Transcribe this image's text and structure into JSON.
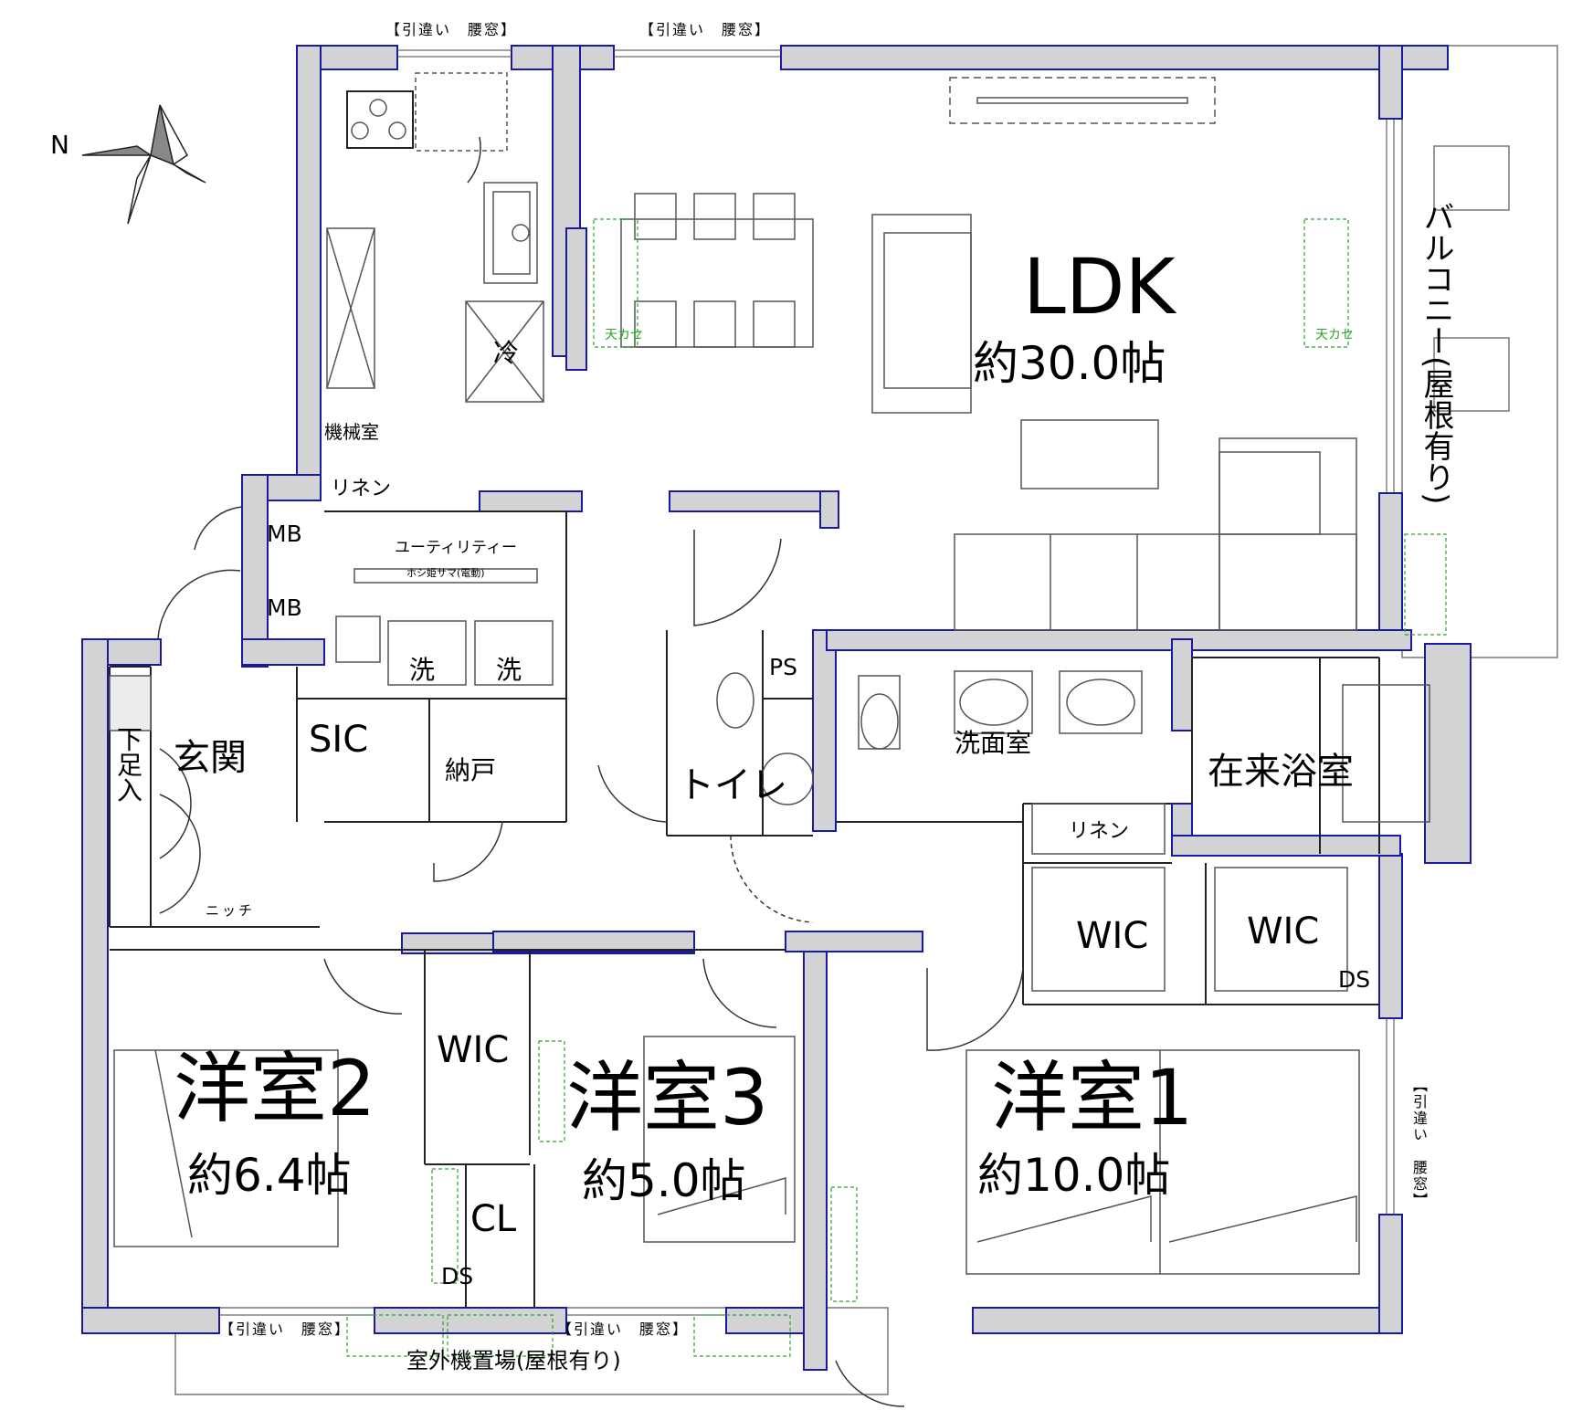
{
  "north_mark": "N",
  "rooms": {
    "ldk": {
      "name": "LDK",
      "area": "約30.0帖"
    },
    "western1": {
      "name": "洋室1",
      "area": "約10.0帖"
    },
    "western2": {
      "name": "洋室2",
      "area": "約6.4帖"
    },
    "western3": {
      "name": "洋室3",
      "area": "約5.0帖"
    },
    "entrance": "玄関",
    "sic": "SIC",
    "storage": "納戸",
    "toilet": "トイレ",
    "washroom": "洗面室",
    "bath": "在来浴室",
    "utility": "ユーティリティー",
    "machine_room": "機械室",
    "linen_kitchen": "リネン",
    "linen_hall": "リネン",
    "wic1": "WIC",
    "wic2": "WIC",
    "wic_w2": "WIC",
    "cl": "CL",
    "mb1": "MB",
    "mb2": "MB",
    "ps": "PS",
    "ds1": "DS",
    "ds2": "DS",
    "fridge": "冷",
    "washer1": "洗",
    "washer2": "洗",
    "shoe_box": "下足入",
    "niche": "ニッチ",
    "dryer": "ホシ姫サマ(電動)",
    "ceiling_unit1": "天カセ",
    "ceiling_unit2": "天カセ"
  },
  "windows": {
    "top1": "【引違い　腰窓】",
    "top2": "【引違い　腰窓】",
    "bottom1": "【引違い　腰窓】",
    "bottom2": "【引違い　腰窓】",
    "right": "【引違い　腰窓】"
  },
  "outdoor": {
    "balcony": "バルコニー(屋根有り)",
    "ac_area": "室外機置場(屋根有り)"
  },
  "colors": {
    "wall_fill": "#d3d3d6",
    "wall_line": "#1a1aa0",
    "furniture": "#555555",
    "ac_green": "#2aa52a"
  }
}
